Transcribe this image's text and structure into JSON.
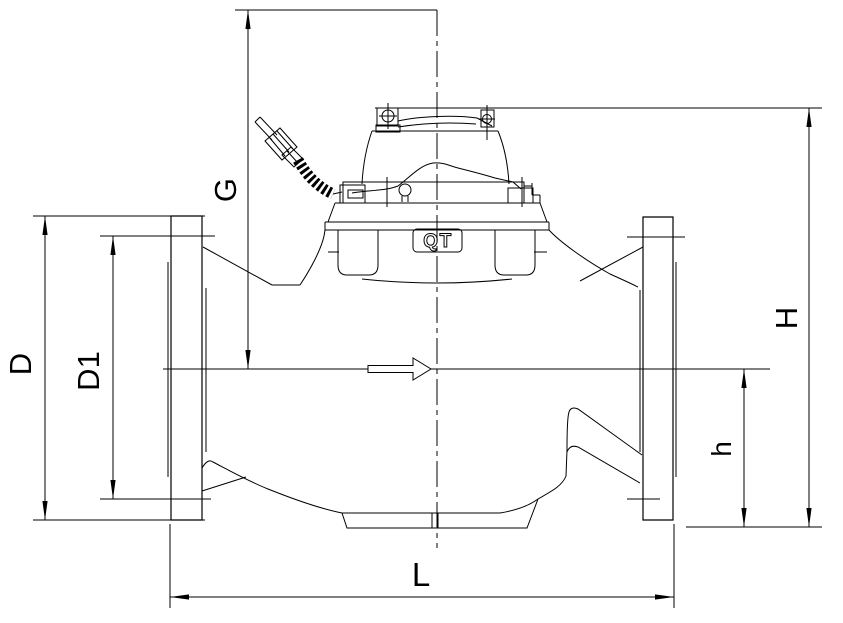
{
  "drawing": {
    "marking": "QT",
    "dimension_labels": {
      "D": "D",
      "D1": "D1",
      "G": "G",
      "H": "H",
      "h": "h",
      "L": "L"
    },
    "colors": {
      "line": "#000000",
      "background": "#ffffff"
    }
  }
}
